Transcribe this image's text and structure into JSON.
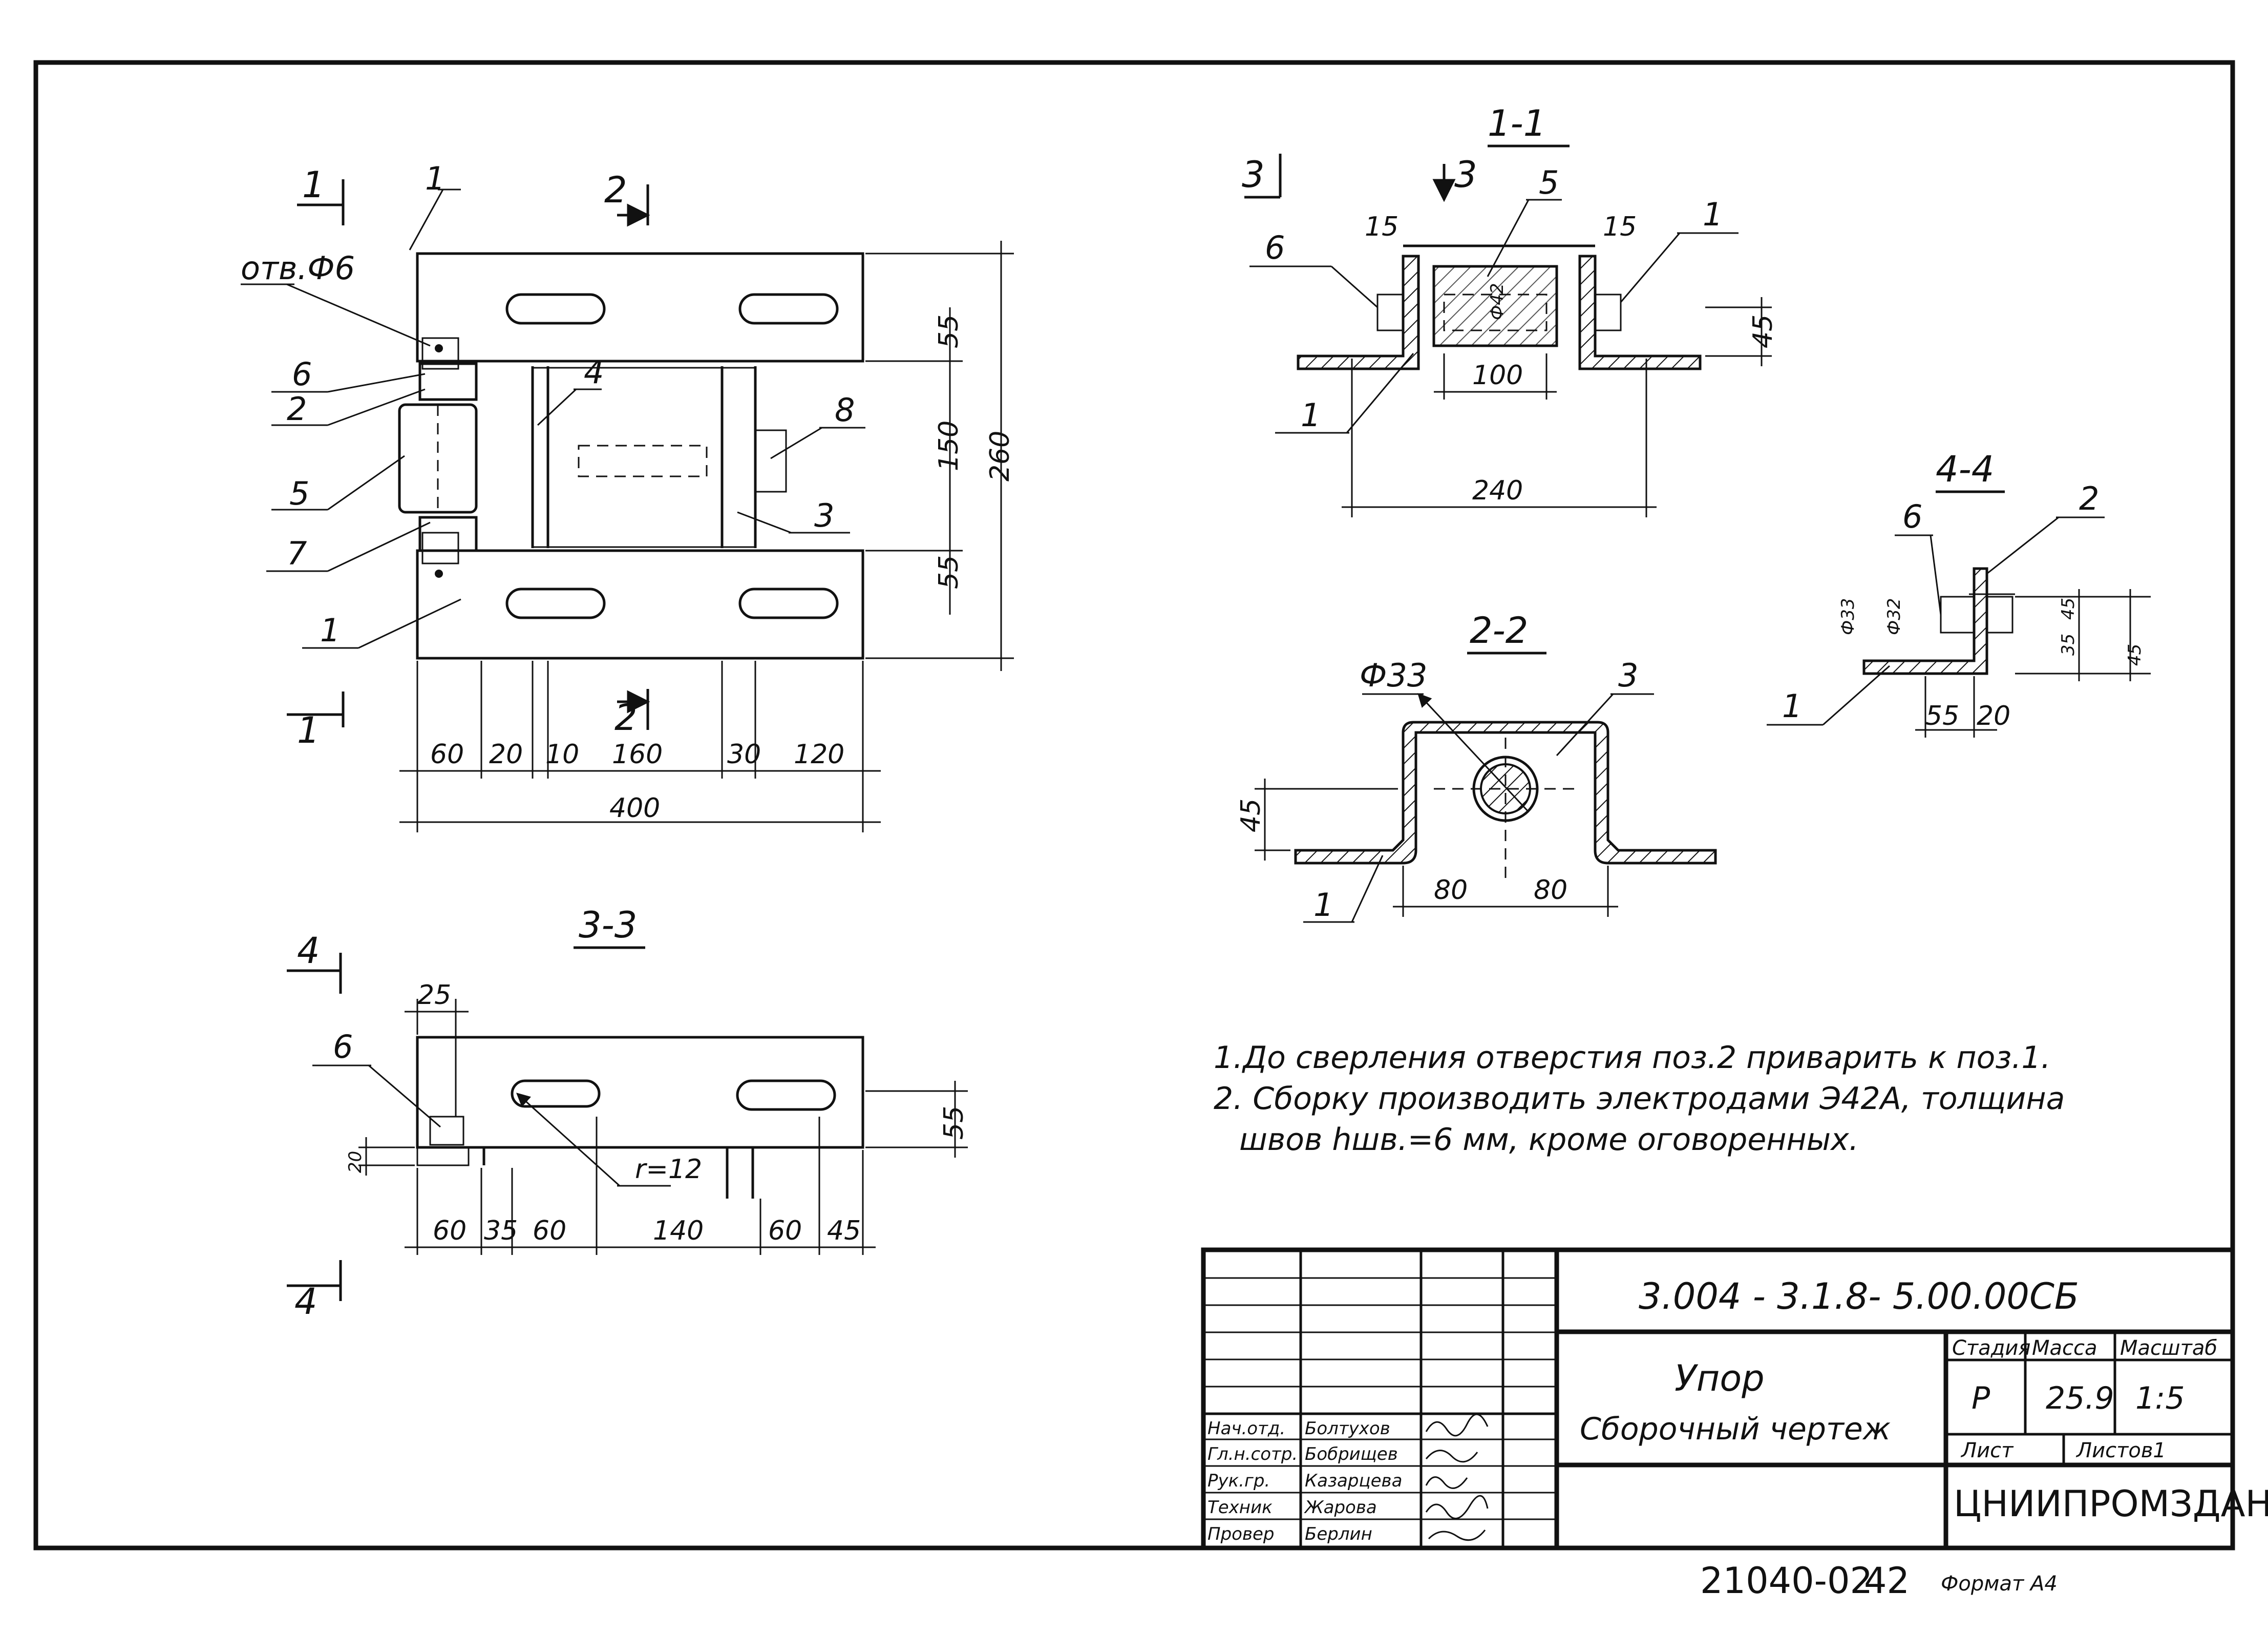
{
  "drawing": {
    "title": "Упор",
    "subtitle": "Сборочный чертеж",
    "code": "3.004 - 3.1.8- 5.00.00СБ",
    "organization": "ЦНИИПРОМЗДАНИЙ",
    "bottom_code": "21040-02",
    "bottom_number": "42",
    "format": "Формат А4"
  },
  "titleblock": {
    "stage_label": "Стадия",
    "mass_label": "Масса",
    "scale_label": "Масштаб",
    "stage": "Р",
    "mass": "25.9",
    "scale": "1:5",
    "sheet_label": "Лист",
    "sheets_label": "Листов1",
    "people": [
      {
        "role": "Нач.отд.",
        "name": "Болтухов"
      },
      {
        "role": "Гл.н.сотр.",
        "name": "Бобрищев"
      },
      {
        "role": "Рук.гр.",
        "name": "Казарцева"
      },
      {
        "role": "Техник",
        "name": "Жарова"
      },
      {
        "role": "Провер",
        "name": "Берлин"
      }
    ]
  },
  "notes": [
    "1.До сверления отверстия поз.2 приварить к поз.1.",
    "2. Сборку производить электродами Э42А, толщина",
    "швов hшв.=6 мм, кроме оговоренных."
  ],
  "sections": {
    "s11": "1-1",
    "s22": "2-2",
    "s33": "3-3",
    "s44": "4-4"
  },
  "cut_marks": {
    "c1": "1",
    "c2": "2",
    "c3": "3",
    "c4": "4"
  },
  "main_view": {
    "hole_label": "отв.Ф6",
    "leaders": [
      "1",
      "6",
      "2",
      "5",
      "7",
      "1",
      "4",
      "8",
      "3"
    ],
    "dims_bottom": [
      "60",
      "20",
      "10",
      "160",
      "30",
      "120"
    ],
    "overall": "400",
    "dims_right": [
      "55",
      "150",
      "55"
    ],
    "overall_h": "260"
  },
  "view11": {
    "leaders": [
      "6",
      "5",
      "1",
      "1"
    ],
    "dims": [
      "15",
      "15",
      "Ф42",
      "100",
      "45",
      "240"
    ]
  },
  "view22": {
    "leaders": [
      "Ф33",
      "3",
      "1"
    ],
    "dims": [
      "45",
      "80",
      "80"
    ]
  },
  "view33": {
    "leaders": [
      "6",
      "r=12"
    ],
    "dims": [
      "25",
      "20",
      "55",
      "60",
      "35",
      "60",
      "140",
      "60",
      "45"
    ]
  },
  "view44": {
    "leaders": [
      "6",
      "2",
      "1"
    ],
    "dims": [
      "Ф33",
      "Ф32",
      "45",
      "35",
      "45",
      "55",
      "20"
    ]
  }
}
